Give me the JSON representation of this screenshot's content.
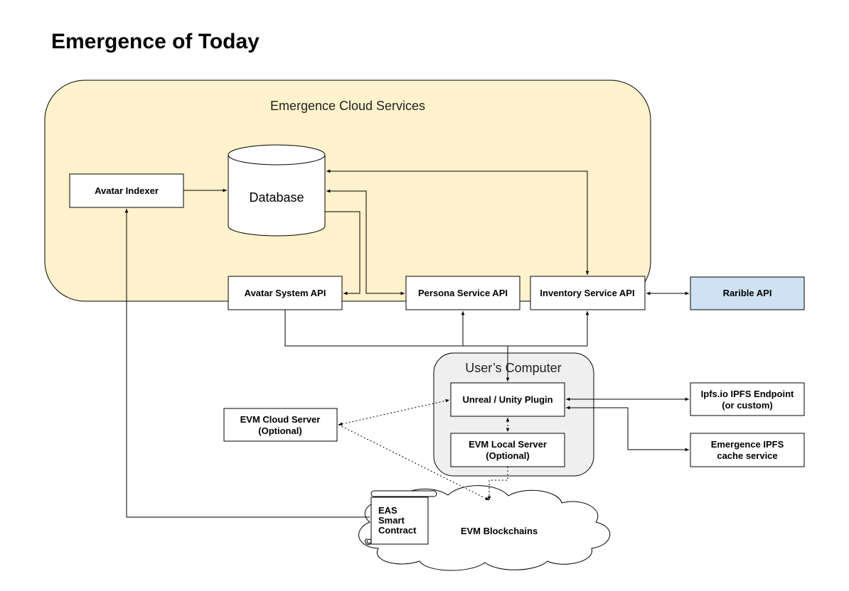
{
  "title": "Emergence of Today",
  "groups": {
    "cloud": "Emergence Cloud Services",
    "user_computer": "User’s Computer"
  },
  "nodes": {
    "avatar_indexer": "Avatar Indexer",
    "database": "Database",
    "avatar_system_api": "Avatar System API",
    "persona_service_api": "Persona Service API",
    "inventory_service_api": "Inventory Service API",
    "rarible_api": "Rarible API",
    "plugin": "Unreal / Unity Plugin",
    "evm_local_server": [
      "EVM Local Server",
      "(Optional)"
    ],
    "evm_cloud_server": [
      "EVM Cloud Server",
      "(Optional)"
    ],
    "ipfs_endpoint": [
      "Ipfs.io IPFS Endpoint",
      "(or custom)"
    ],
    "ipfs_cache": [
      "Emergence IPFS",
      "cache service"
    ],
    "eas_contract": [
      "EAS",
      "Smart",
      "Contract"
    ],
    "evm_blockchains": "EVM Blockchains"
  },
  "colors": {
    "cloud_fill": "#fff2cc",
    "user_computer_fill": "#efefef",
    "rarible_fill": "#cfe2f3",
    "box_fill": "#ffffff",
    "stroke": "#000000"
  }
}
